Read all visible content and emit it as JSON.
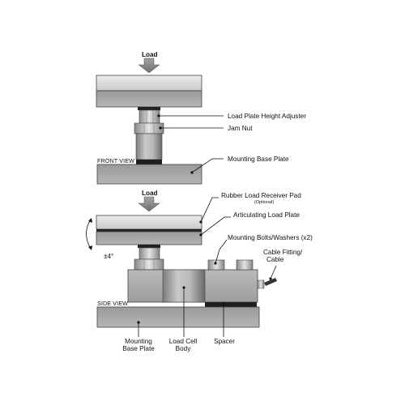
{
  "front": {
    "load_label": "Load",
    "view_label": "FRONT VIEW",
    "callouts": {
      "height_adjuster": "Load Plate Height Adjuster",
      "jam_nut": "Jam Nut",
      "mounting_base_plate": "Mounting Base Plate"
    }
  },
  "side": {
    "load_label": "Load",
    "view_label": "SIDE VIEW",
    "tilt_label": "±4°",
    "callouts": {
      "rubber_pad": "Rubber Load Receiver Pad",
      "rubber_pad_note": "(Optional)",
      "articulating_plate": "Articulating Load Plate",
      "mounting_bolts": "Mounting Bolts/Washers (x2)",
      "cable_fitting_line1": "Cable Fitting/",
      "cable_fitting_line2": "Cable",
      "mounting_base_plate_line1": "Mounting",
      "mounting_base_plate_line2": "Base Plate",
      "load_cell_line1": "Load Cell",
      "load_cell_line2": "Body",
      "spacer": "Spacer"
    }
  },
  "colors": {
    "plate_light": "#d4d4d4",
    "plate_mid": "#a7a7a7",
    "metal_dark": "#6e6e6e",
    "rubber": "#1e1e1e",
    "arrow": "#8a8a8a"
  }
}
